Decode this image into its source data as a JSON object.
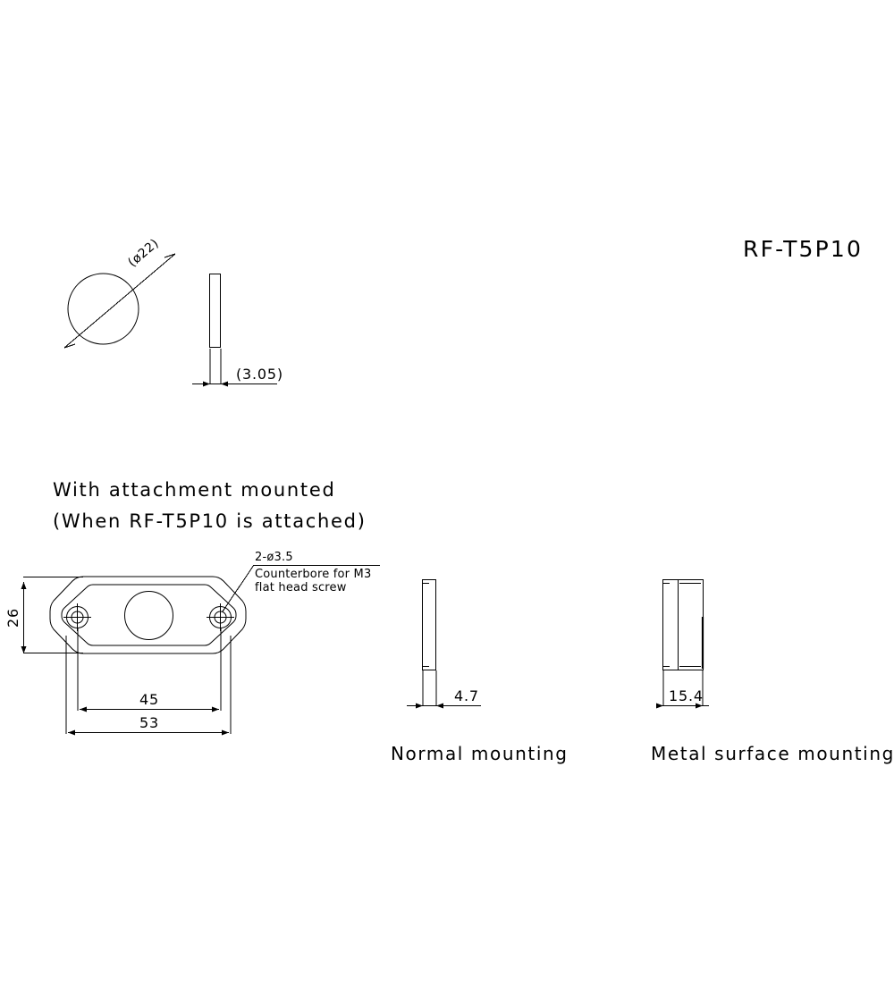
{
  "sheet": {
    "part_number": "RF-T5P10",
    "background_color": "#ffffff",
    "line_color": "#000000"
  },
  "views": {
    "attachment_face": {
      "name": "attachment-face-view",
      "diameter_note": "(ø22)"
    },
    "attachment_side": {
      "name": "attachment-side-view",
      "thickness_note": "(3.05)"
    },
    "assembly_front": {
      "name": "assembly-front-view",
      "heading_line1": "With attachment mounted",
      "heading_line2": "(When RF-T5P10 is attached)",
      "dim_height": "26",
      "dim_hole_pitch": "45",
      "dim_width": "53",
      "leader_note_title": "2-ø3.5",
      "leader_note_line1": "Counterbore for M3",
      "leader_note_line2": "flat head screw"
    },
    "normal_mounting": {
      "name": "normal-mounting-view",
      "caption": "Normal mounting",
      "dim_thickness": "4.7"
    },
    "metal_surface_mounting": {
      "name": "metal-surface-mounting-view",
      "caption": "Metal surface mounting",
      "dim_thickness": "15.4"
    }
  }
}
